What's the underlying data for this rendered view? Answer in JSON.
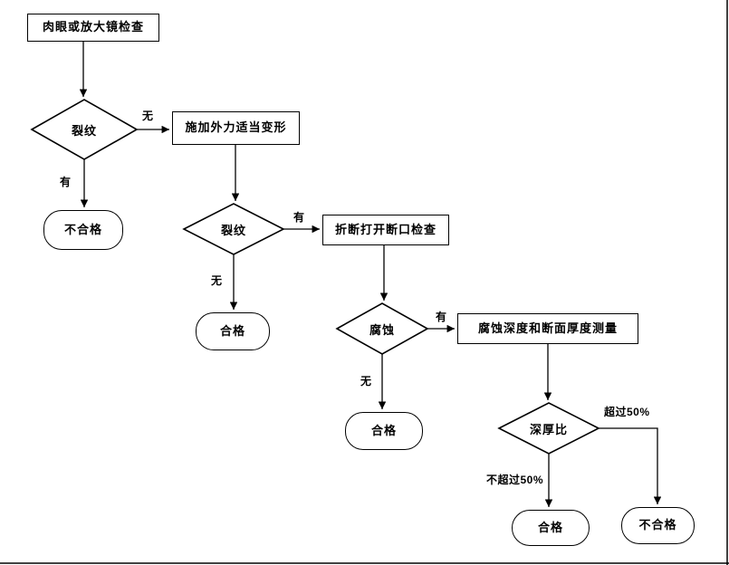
{
  "diagram": {
    "nodes": {
      "visual_inspection": {
        "label": "肉眼或放大镜检查",
        "type": "process"
      },
      "crack1": {
        "label": "裂纹",
        "type": "decision"
      },
      "apply_force": {
        "label": "施加外力适当变形",
        "type": "process"
      },
      "fail1": {
        "label": "不合格",
        "type": "terminator"
      },
      "crack2": {
        "label": "裂纹",
        "type": "decision"
      },
      "break_open": {
        "label": "折断打开断口检查",
        "type": "process"
      },
      "pass1": {
        "label": "合格",
        "type": "terminator"
      },
      "corrosion": {
        "label": "腐蚀",
        "type": "decision"
      },
      "measure": {
        "label": "腐蚀深度和断面厚度测量",
        "type": "process"
      },
      "pass2": {
        "label": "合格",
        "type": "terminator"
      },
      "depth_ratio": {
        "label": "深厚比",
        "type": "decision"
      },
      "pass3": {
        "label": "合格",
        "type": "terminator"
      },
      "fail2": {
        "label": "不合格",
        "type": "terminator"
      }
    },
    "edge_labels": {
      "crack1_no": "无",
      "crack1_yes": "有",
      "crack2_yes": "有",
      "crack2_no": "无",
      "corrosion_yes": "有",
      "corrosion_no": "无",
      "ratio_over": "超过50%",
      "ratio_not_over": "不超过50%"
    },
    "colors": {
      "stroke": "#000000",
      "background": "#ffffff"
    }
  }
}
